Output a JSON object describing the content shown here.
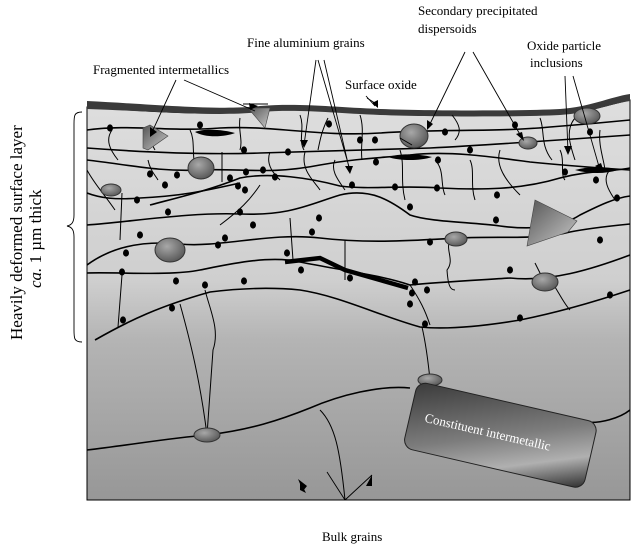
{
  "labels": {
    "fragmented_intermetallics": "Fragmented intermetallics",
    "fine_grains": "Fine aluminium grains",
    "surface_oxide": "Surface oxide",
    "secondary_line1": "Secondary precipitated",
    "secondary_line2": "dispersoids",
    "oxide_line1": "Oxide particle",
    "oxide_line2": "inclusions",
    "layer_line1": "Heavily deformed surface layer",
    "layer_line2_italic": "ca.",
    "layer_line2_rest": " 1 µm thick",
    "bulk_grains": "Bulk grains",
    "constituent": "Constituent intermetallic"
  },
  "colors": {
    "oxide": "#3a3a3a",
    "layer_top": "#dcdcdc",
    "bulk_bottom": "#9a9a9a",
    "particle": "#6e6e6e"
  }
}
